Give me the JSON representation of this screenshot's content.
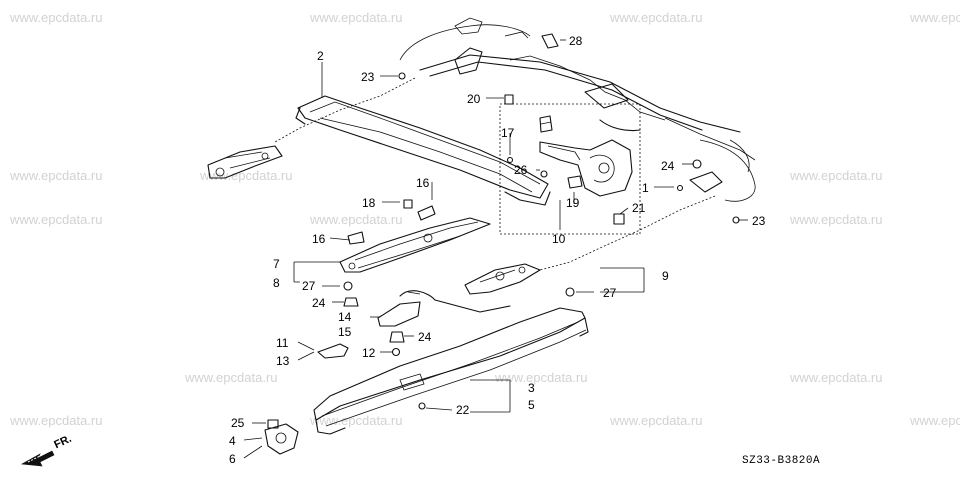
{
  "watermark": "www.epcdata.ru",
  "diagram_code": "SZ33-B3820A",
  "front_label": "FR.",
  "callouts": [
    "1",
    "2",
    "3",
    "4",
    "5",
    "6",
    "7",
    "8",
    "9",
    "10",
    "11",
    "12",
    "13",
    "14",
    "15",
    "16",
    "17",
    "18",
    "19",
    "20",
    "21",
    "22",
    "23",
    "24",
    "25",
    "26",
    "27",
    "28"
  ]
}
